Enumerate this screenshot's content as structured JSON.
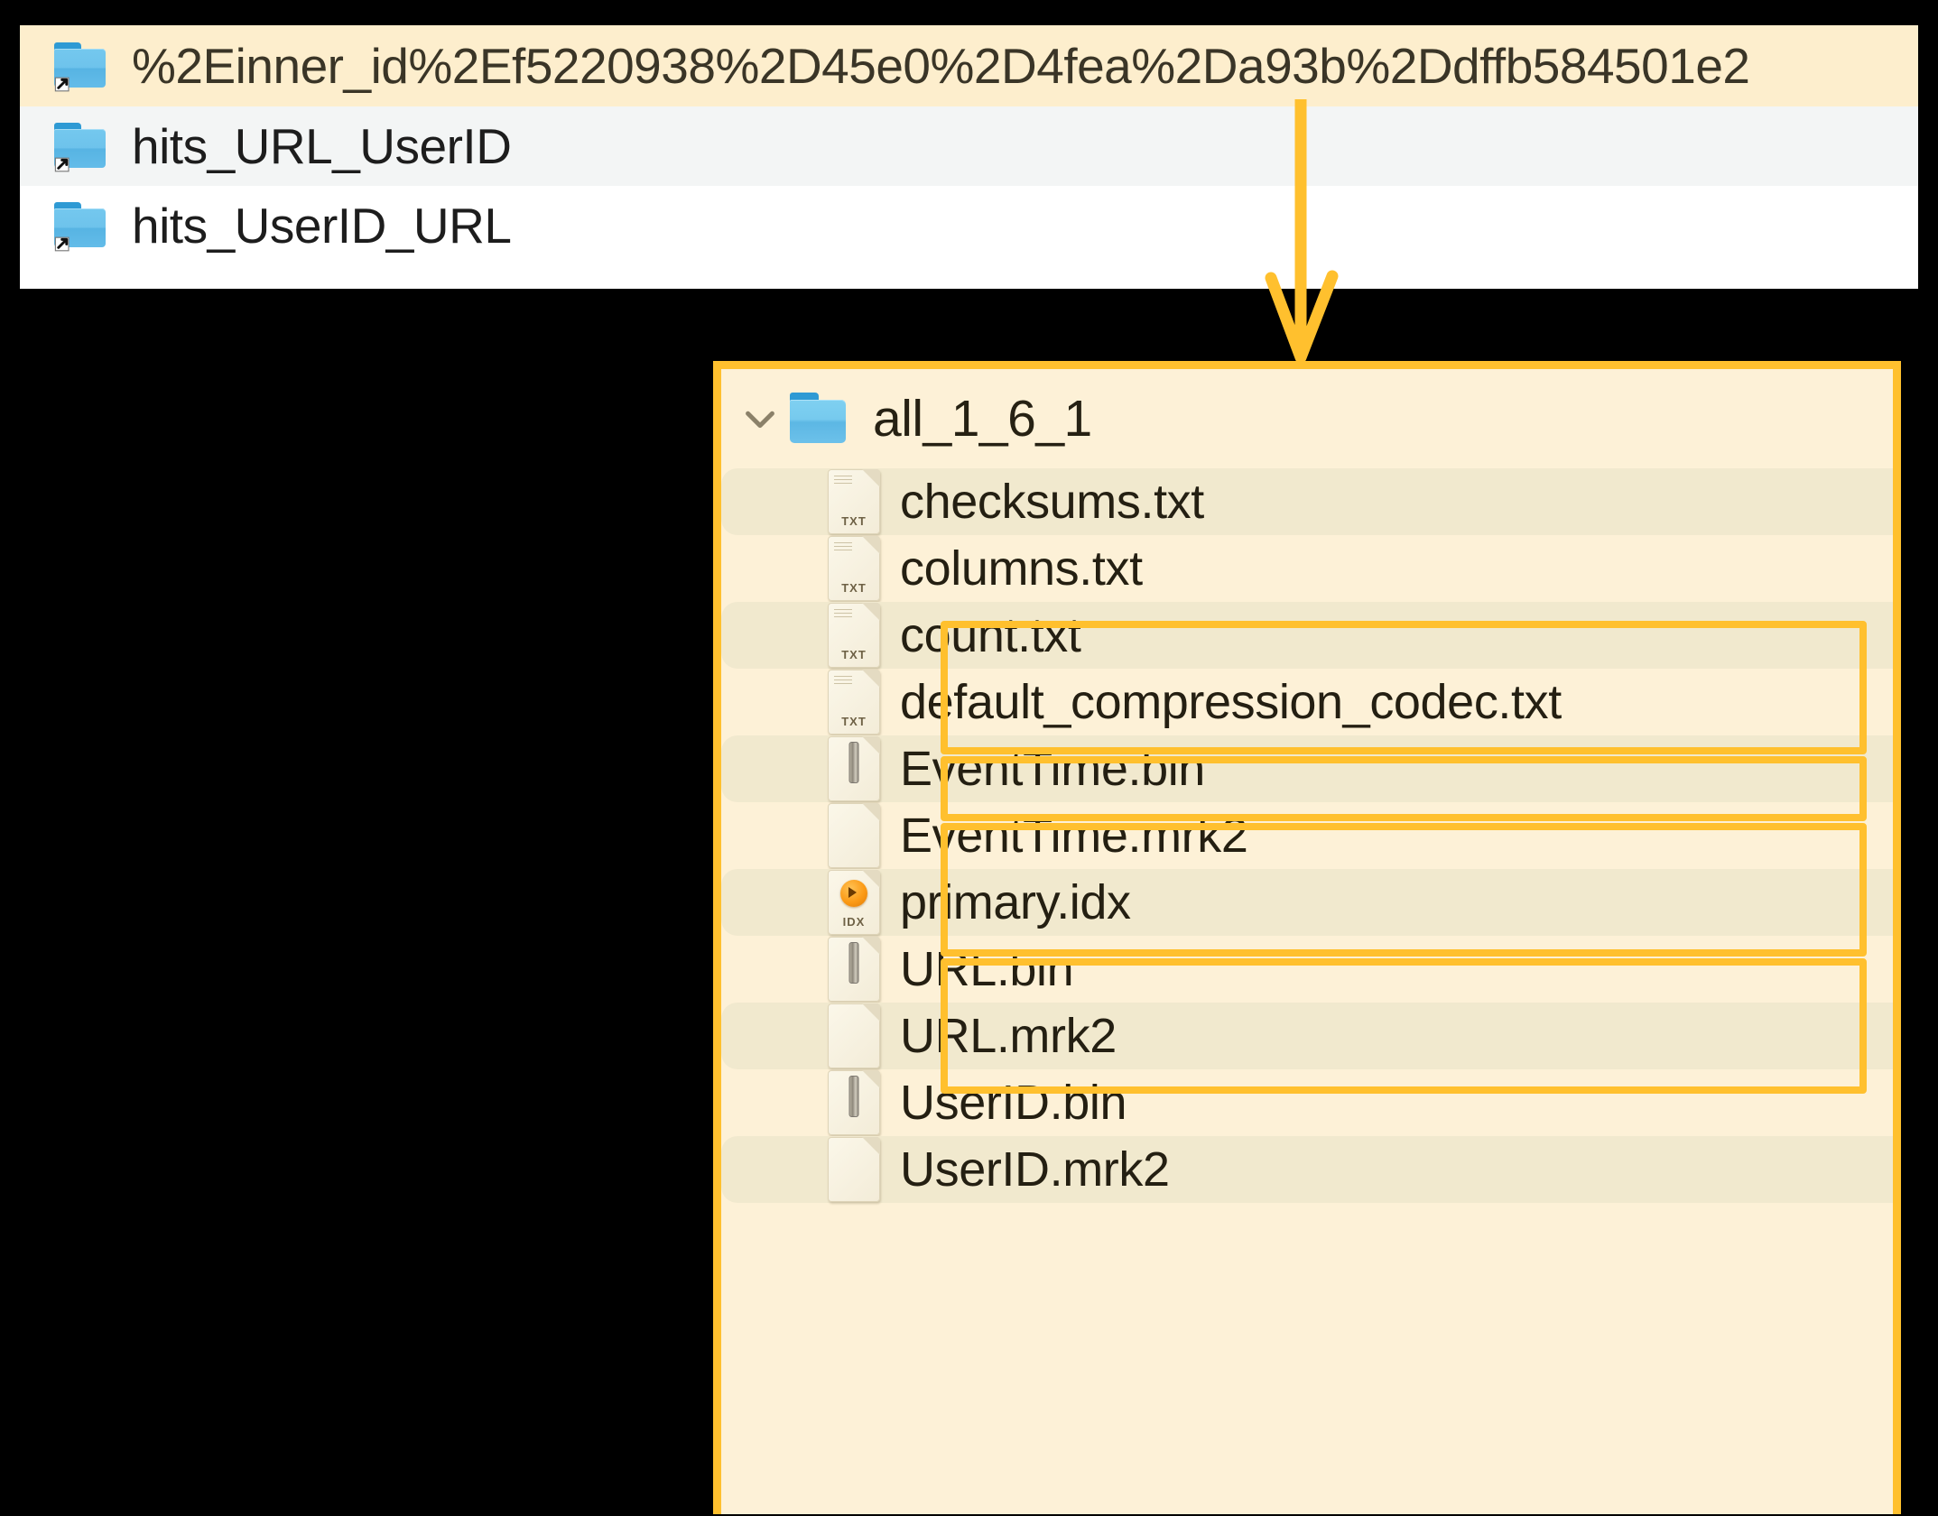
{
  "colors": {
    "highlight": "#ffc02e",
    "panel_bg": "#fdf1d7",
    "selected_row_bg": "#fdeecd",
    "stripe_bg": "#f1e9ce",
    "folder_blue": "#6ec3ec",
    "page_bg": "#000000"
  },
  "symlink_list": {
    "rows": [
      {
        "label": "%2Einner_id%2Ef5220938%2D45e0%2D4fea%2Da93b%2Ddffb584501e2",
        "icon": "folder-symlink-icon",
        "selected": true
      },
      {
        "label": "hits_URL_UserID",
        "icon": "folder-symlink-icon",
        "selected": false
      },
      {
        "label": "hits_UserID_URL",
        "icon": "folder-symlink-icon",
        "selected": false
      }
    ]
  },
  "connector": {
    "icon": "down-arrow-icon"
  },
  "part_folder": {
    "expand_icon": "chevron-down-icon",
    "folder_icon": "folder-icon",
    "name": "all_1_6_1",
    "files": [
      {
        "name": "checksums.txt",
        "icon": "txt-file-icon",
        "highlighted": false
      },
      {
        "name": "columns.txt",
        "icon": "txt-file-icon",
        "highlighted": false
      },
      {
        "name": "count.txt",
        "icon": "txt-file-icon",
        "highlighted": false
      },
      {
        "name": "default_compression_codec.txt",
        "icon": "txt-file-icon",
        "highlighted": false
      },
      {
        "name": "EventTime.bin",
        "icon": "bin-file-icon",
        "highlighted": true
      },
      {
        "name": "EventTime.mrk2",
        "icon": "blank-file-icon",
        "highlighted": true
      },
      {
        "name": "primary.idx",
        "icon": "idx-file-icon",
        "highlighted": true
      },
      {
        "name": "URL.bin",
        "icon": "bin-file-icon",
        "highlighted": true
      },
      {
        "name": "URL.mrk2",
        "icon": "blank-file-icon",
        "highlighted": true
      },
      {
        "name": "UserID.bin",
        "icon": "bin-file-icon",
        "highlighted": true
      },
      {
        "name": "UserID.mrk2",
        "icon": "blank-file-icon",
        "highlighted": true
      }
    ]
  }
}
